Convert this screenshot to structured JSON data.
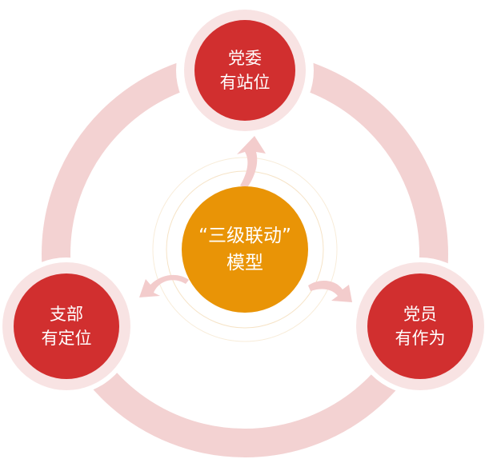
{
  "center": {
    "line1": "“三级联动”",
    "line2": "模型"
  },
  "nodes": [
    {
      "id": "top",
      "line1": "党委",
      "line2": "有站位"
    },
    {
      "id": "left",
      "line1": "支部",
      "line2": "有定位"
    },
    {
      "id": "right",
      "line1": "党员",
      "line2": "有作为"
    }
  ],
  "colors": {
    "node": "#d12f2f",
    "halo": "#f8e3e3",
    "ring": "#f3d0d0",
    "center": "#e99406",
    "arrow": "#f2c9c9"
  }
}
